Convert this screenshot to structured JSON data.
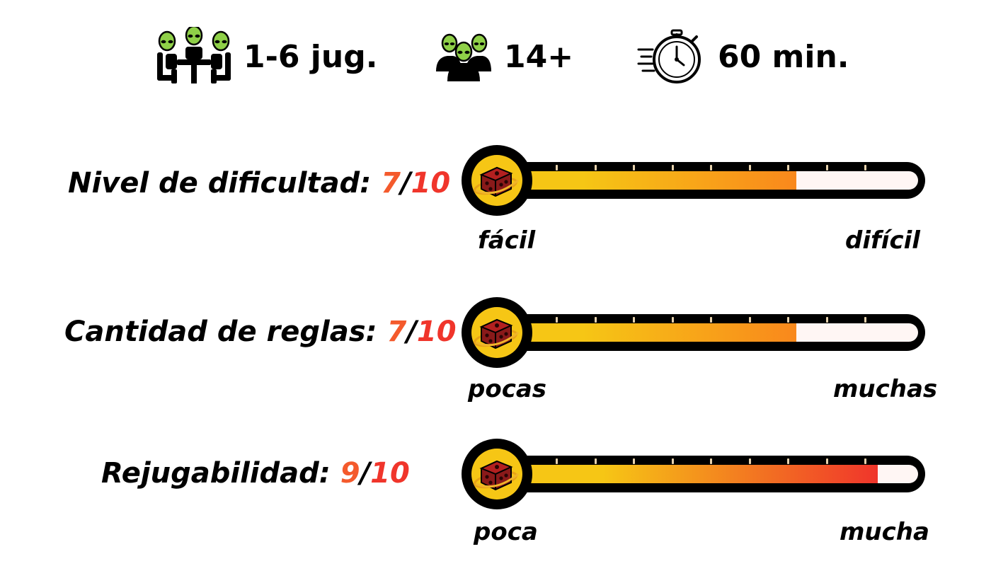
{
  "stats": {
    "players": "1-6 jug.",
    "age": "14+",
    "time": "60 min."
  },
  "ratings": [
    {
      "label": "Nivel de dificultad:",
      "value": "7",
      "slash": "/",
      "max": "10",
      "fill": 0.7,
      "low": "fácil",
      "high": "difícil"
    },
    {
      "label": "Cantidad de reglas:",
      "value": "7",
      "slash": "/",
      "max": "10",
      "fill": 0.7,
      "low": "pocas",
      "high": "muchas"
    },
    {
      "label": "Rejugabilidad:",
      "value": "9",
      "slash": "/",
      "max": "10",
      "fill": 0.9,
      "low": "poca",
      "high": "mucha"
    }
  ],
  "colors": {
    "value": "#f45a2c",
    "max": "#f0352b",
    "fill_start": "#f6c615",
    "fill_mid": "#f9881c",
    "fill_end": "#f0352b",
    "bulb": "#f6c615",
    "empty": "#fff6f4"
  },
  "icons": {
    "players": "alien-players-at-table-icon",
    "age": "alien-group-icon",
    "time": "stopwatch-icon",
    "meter_bulb": "planet-dice-icon"
  }
}
